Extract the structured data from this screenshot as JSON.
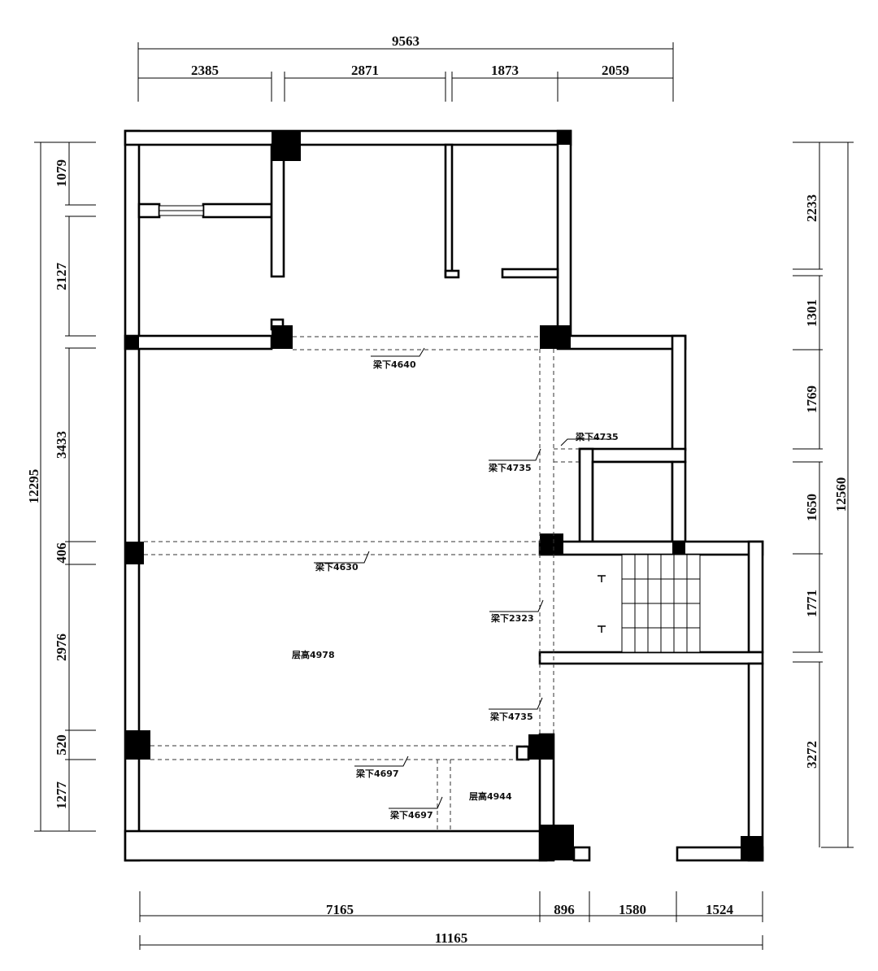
{
  "dimensions": {
    "top_total": "9563",
    "top_segments": [
      "2385",
      "2871",
      "1873",
      "2059"
    ],
    "left_total": "12295",
    "left_segments": [
      "1079",
      "2127",
      "3433",
      "406",
      "2976",
      "520",
      "1277"
    ],
    "right_total": "12560",
    "right_segments": [
      "2233",
      "1301",
      "1769",
      "1650",
      "1771",
      "3272"
    ],
    "bottom_total": "11165",
    "bottom_segments": [
      "7165",
      "896",
      "1580",
      "1524"
    ]
  },
  "annotations": {
    "beam_top": "梁下4640",
    "beam_right_a": "梁下4735",
    "beam_right_b": "梁下4735",
    "beam_mid": "梁下4630",
    "beam_2323": "梁下2323",
    "beam_right_c": "梁下4735",
    "beam_bottom_a": "梁下4697",
    "beam_bottom_b": "梁下4697",
    "height_main": "层高4978",
    "height_small": "层高4944"
  }
}
